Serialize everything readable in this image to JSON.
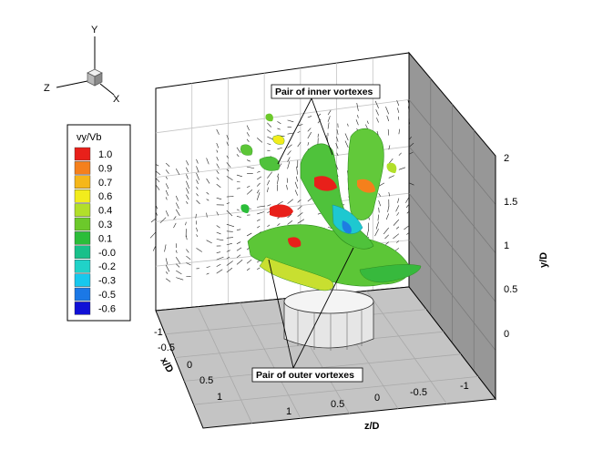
{
  "axis_triad": {
    "y": "Y",
    "z": "Z",
    "x": "X"
  },
  "legend": {
    "title": "vy/Vb",
    "levels": [
      {
        "label": "1.0",
        "color": "#e8201a"
      },
      {
        "label": "0.9",
        "color": "#f5801c"
      },
      {
        "label": "0.7",
        "color": "#f5b71a"
      },
      {
        "label": "0.6",
        "color": "#f2ec1c"
      },
      {
        "label": "0.4",
        "color": "#b2df2a"
      },
      {
        "label": "0.3",
        "color": "#6cc92b"
      },
      {
        "label": "0.1",
        "color": "#2bbd39"
      },
      {
        "label": "-0.0",
        "color": "#18c08a"
      },
      {
        "label": "-0.2",
        "color": "#20d2c8"
      },
      {
        "label": "-0.3",
        "color": "#18c8ee"
      },
      {
        "label": "-0.5",
        "color": "#1b78e6"
      },
      {
        "label": "-0.6",
        "color": "#1010d6"
      }
    ]
  },
  "axes": {
    "y_label": "y/D",
    "x_label": "x/D",
    "z_label": "z/D",
    "y_ticks": [
      "0",
      "0.5",
      "1",
      "1.5",
      "2"
    ],
    "x_ticks": [
      "-1",
      "-0.5",
      "0",
      "0.5",
      "1"
    ],
    "z_ticks": [
      "1",
      "0.5",
      "0",
      "-0.5",
      "-1"
    ]
  },
  "annotations": {
    "inner": "Pair of inner vortexes",
    "outer": "Pair of outer vortexes"
  }
}
